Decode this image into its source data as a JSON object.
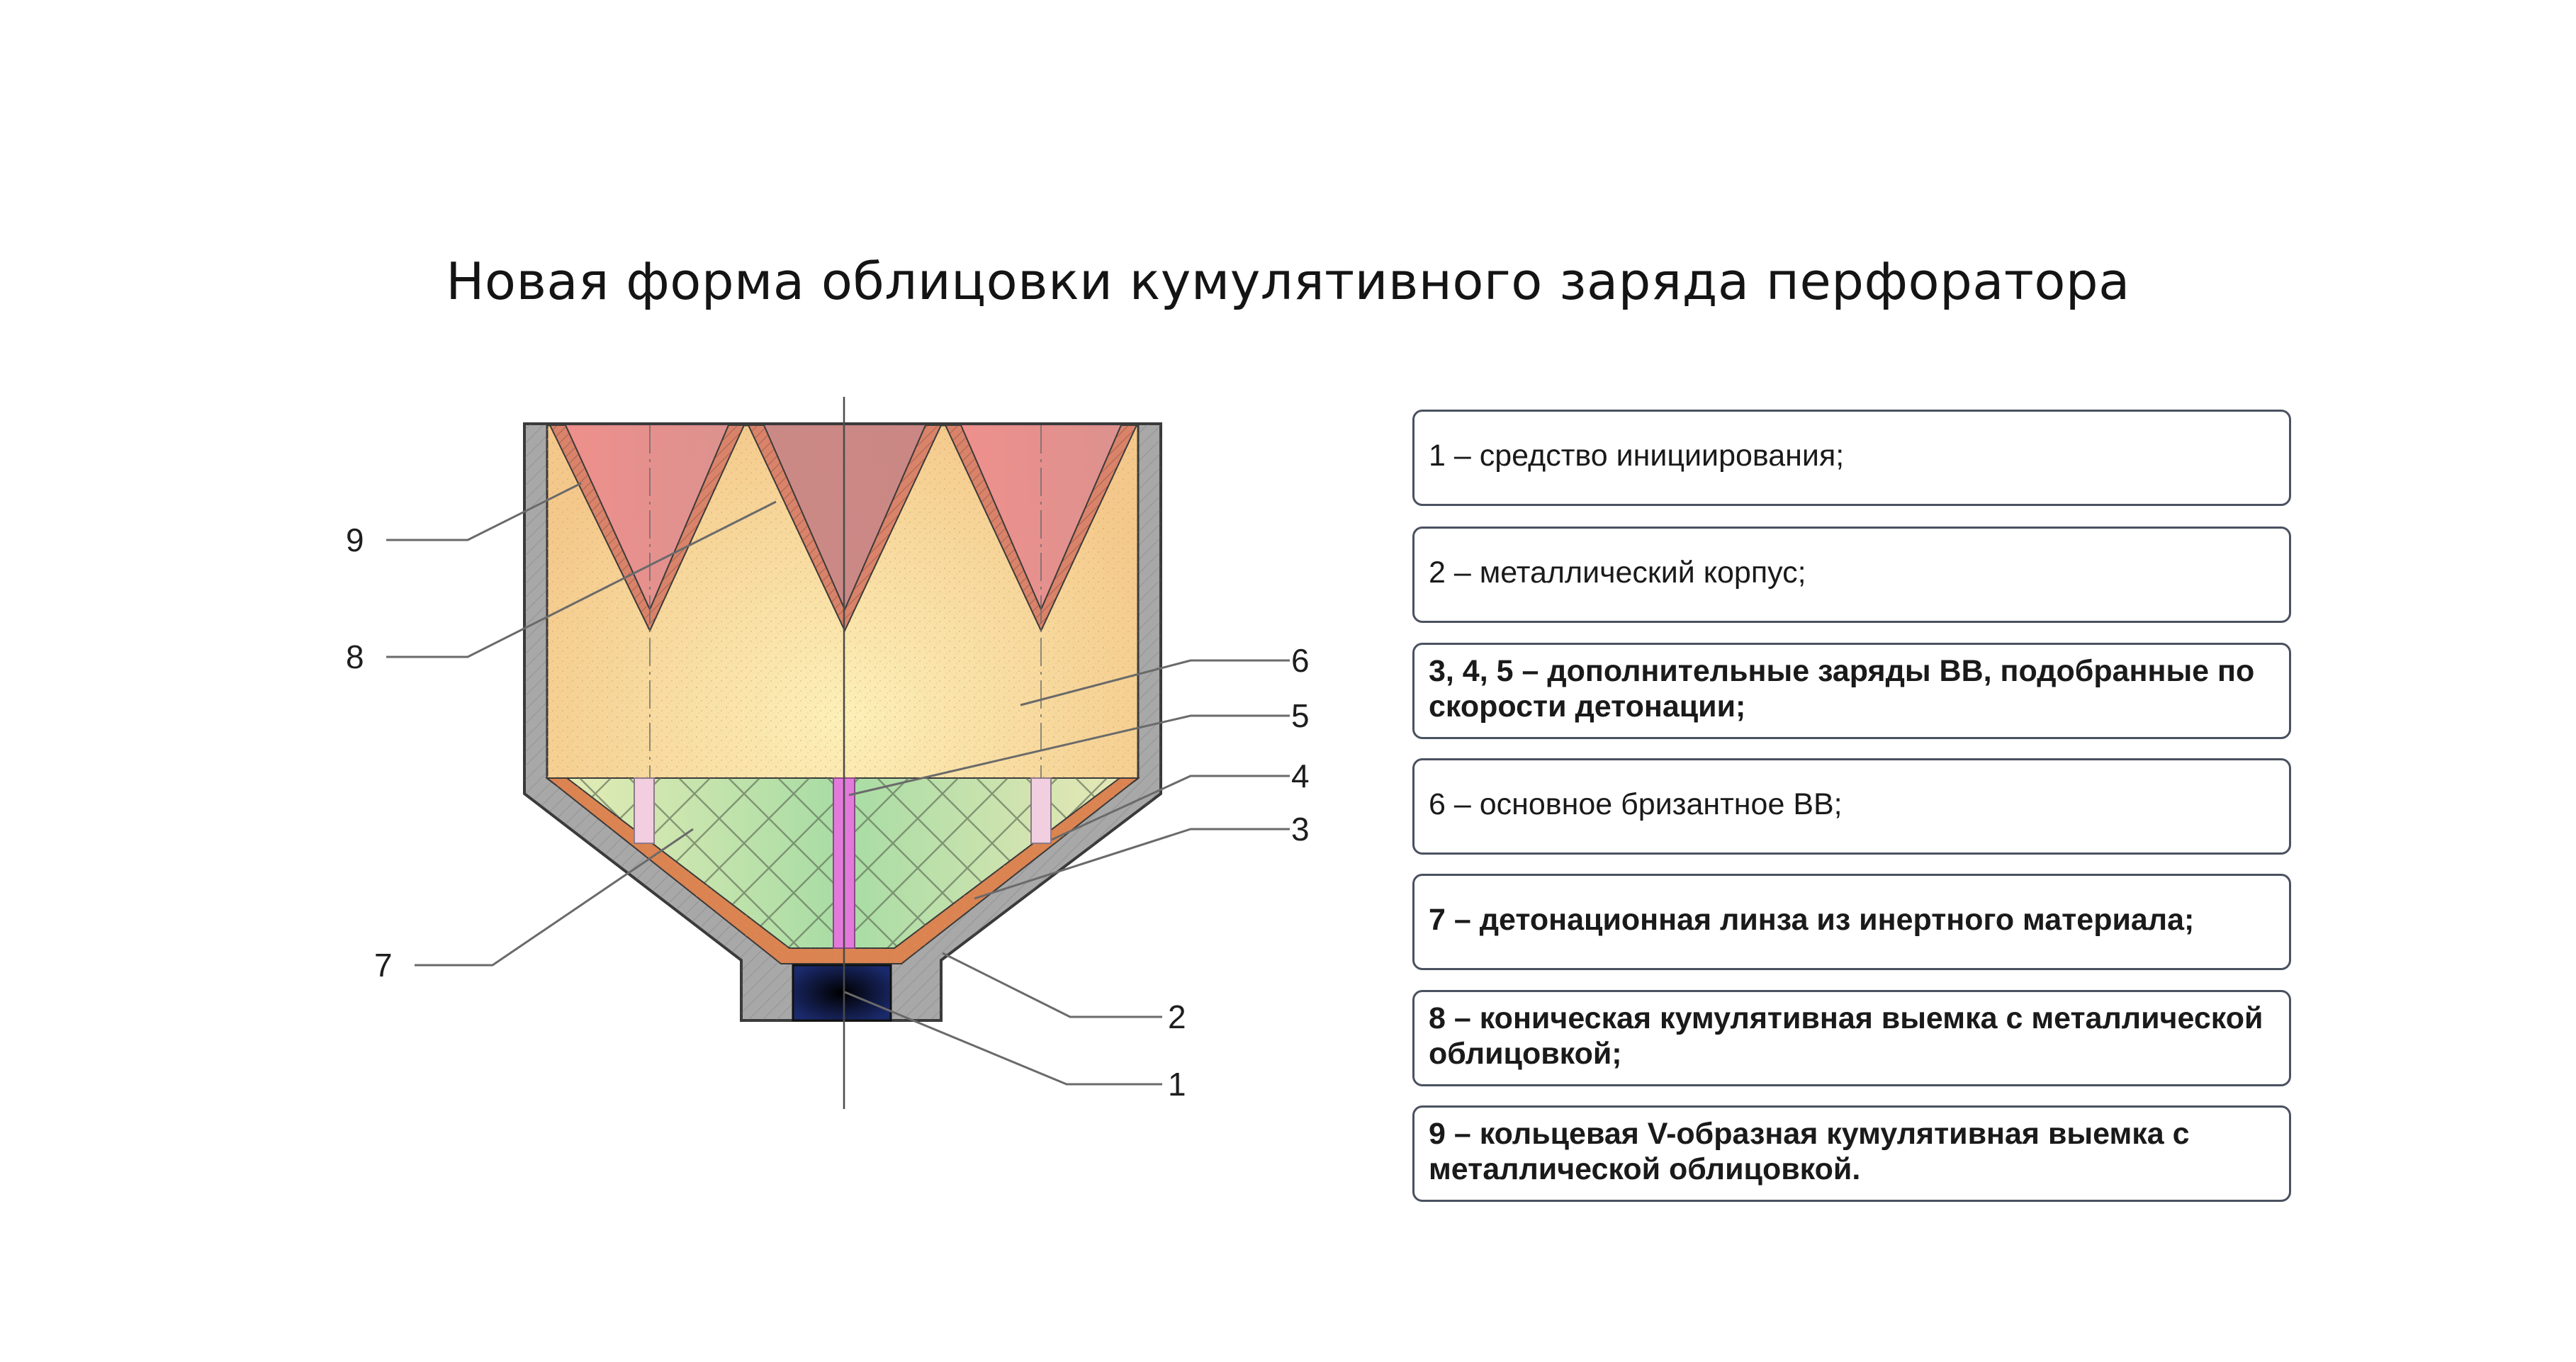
{
  "title": "Новая форма облицовки кумулятивного заряда перфоратора",
  "callouts": [
    "9",
    "8",
    "7",
    "6",
    "5",
    "4",
    "3",
    "2",
    "1"
  ],
  "legend": [
    {
      "text": "1 – средство инициирования;",
      "bold": false
    },
    {
      "text": "2 – металлический корпус;",
      "bold": false
    },
    {
      "text": "3, 4, 5 – дополнительные заряды ВВ, подобранные по скорости детонации;",
      "bold": true
    },
    {
      "text": "6 – основное бризантное ВВ;",
      "bold": false
    },
    {
      "text": "7 – детонационная линза из инертного материала;",
      "bold": true
    },
    {
      "text": "8 – коническая кумулятивная выемка с металлической облицовкой;",
      "bold": true
    },
    {
      "text": "9 – кольцевая V-образная кумулятивная выемка с металлической облицовкой.",
      "bold": true
    }
  ],
  "colors": {
    "body": "#a6a6a6",
    "explosive": "#f6dba2",
    "liner_fill": "#d98a8a",
    "lens": "#c9e8b4",
    "charge_layer": "#d97f4c",
    "detonator": "#0b1240",
    "booster_center": "#e271d8",
    "booster_side": "#f0c9d8"
  }
}
